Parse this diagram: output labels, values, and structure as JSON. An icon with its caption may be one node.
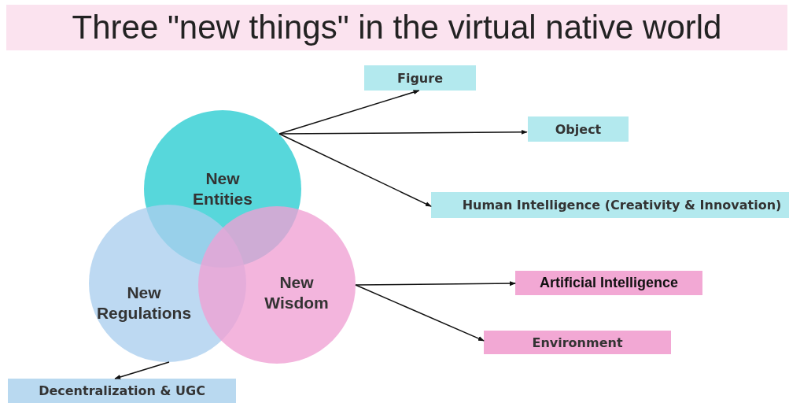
{
  "diagram": {
    "title": "Three \"new things\" in the virtual native world",
    "nodes": [
      {
        "text": [
          "New Entities"
        ]
      },
      {
        "text": [
          "Figure"
        ]
      },
      {
        "text": [
          "Object"
        ]
      },
      {
        "text": [
          "Human Intelligence (Creativity & Innovation)"
        ]
      },
      {
        "text": [
          "New Regulations"
        ]
      },
      {
        "text": [
          "New Wisdom"
        ]
      },
      {
        "text": [
          "Artificial Intelligence"
        ]
      },
      {
        "text": [
          "Environment"
        ]
      },
      {
        "text": [
          "Decentralization & UGC"
        ]
      }
    ],
    "edges": [
      {
        "from": 0,
        "to": 1,
        "arrow": "to"
      },
      {
        "from": 0,
        "to": 2,
        "arrow": "to"
      },
      {
        "from": 0,
        "to": 3,
        "arrow": "to"
      },
      {
        "from": 5,
        "to": 6,
        "arrow": "to"
      },
      {
        "from": 5,
        "to": 7,
        "arrow": "to"
      },
      {
        "from": 4,
        "to": 8,
        "arrow": "to"
      }
    ]
  }
}
